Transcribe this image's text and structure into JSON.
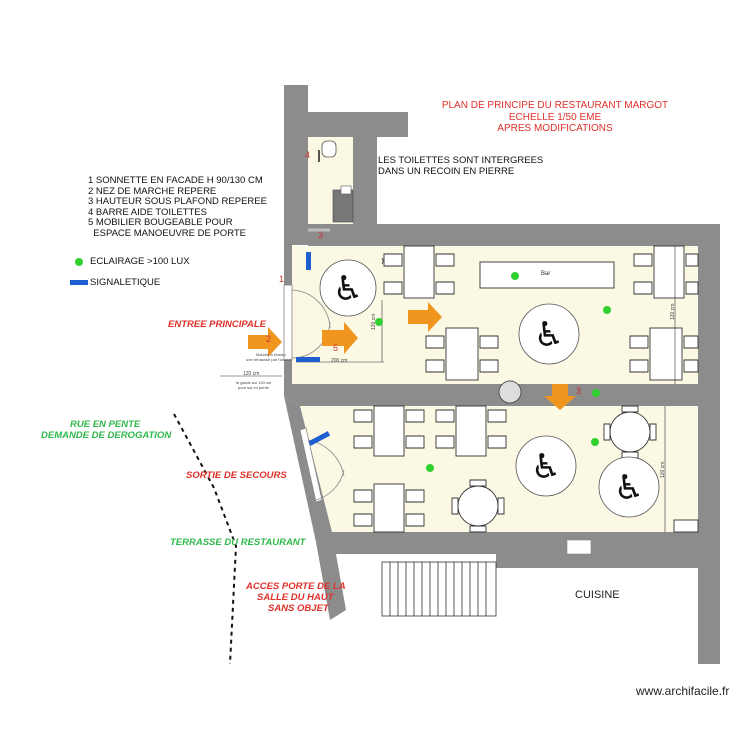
{
  "title": {
    "line1": "PLAN DE PRINCIPE DU RESTAURANT MARGOT",
    "line2": "ECHELLE 1/50 EME",
    "line3": "APRES MODIFICATIONS"
  },
  "notes": "1 SONNETTE EN FACADE H 90/130 CM\n2 NEZ DE MARCHE REPERE\n3 HAUTEUR SOUS PLAFOND REPEREE\n4 BARRE AIDE TOILETTES\n5 MOBILIER BOUGEABLE POUR\n  ESPACE MANOEUVRE DE PORTE",
  "toilets_note": "LES TOILETTES SONT INTERGREES\nDANS UN RECOIN EN PIERRE",
  "legend": {
    "lighting": "ECLAIRAGE >100 LUX",
    "signage": "SIGNALETIQUE"
  },
  "labels": {
    "main_entrance": "ENTREE PRINCIPALE",
    "street_line1": "RUE EN PENTE",
    "street_line2": "DEMANDE DE DEROGATION",
    "emergency_exit": "SORTIE DE SECOURS",
    "terrace": "TERRASSE DU RESTAURANT",
    "upper_access_1": "ACCES PORTE DE LA",
    "upper_access_2": "SALLE DU HAUT",
    "upper_access_3": "SANS OBJET",
    "kitchen": "CUISINE",
    "bar": "Bar"
  },
  "markers": {
    "m1": "1",
    "m2": "2",
    "m3": "3",
    "m3b": "3",
    "m4": "4",
    "m5": "5"
  },
  "dimensions": {
    "width_entrance": "200 cm",
    "height_entrance": "120 cm",
    "width_outside": "120 cm",
    "height_table": "120 cm",
    "height_table2": "120 cm",
    "tiny_note_door1": "Marche à niveau",
    "tiny_note_door2": "une rehausse par l'ouvert",
    "tiny_note_out1": "le glacis sur 120 cm",
    "tiny_note_out2": "pour sol en pente"
  },
  "watermark": "www.archifacile.fr",
  "colors": {
    "wall": "#8c8c8c",
    "floor": "#fbf8e4",
    "arrow": "#f0951e",
    "light_dot": "#2fd02f",
    "sign": "#1e5fd0",
    "red_text": "#e0302a",
    "green_text": "#2fb84a"
  }
}
